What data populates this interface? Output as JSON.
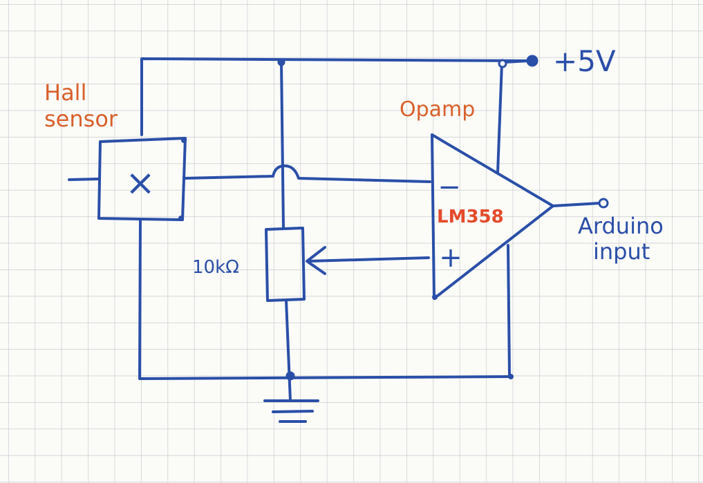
{
  "labels": {
    "hall_line1": "Hall",
    "hall_line2": "sensor",
    "opamp": "Opamp",
    "chip": "LM358",
    "resistor": "10kΩ",
    "supply": "+5V",
    "output_line1": "Arduino",
    "output_line2": "input",
    "minus": "−",
    "plus": "+",
    "hall_symbol": "×"
  },
  "colors": {
    "ink": "#2a4fa8",
    "annotation": "#d9602b",
    "grid": "#c9cccf",
    "paper": "#fbfbf8"
  }
}
